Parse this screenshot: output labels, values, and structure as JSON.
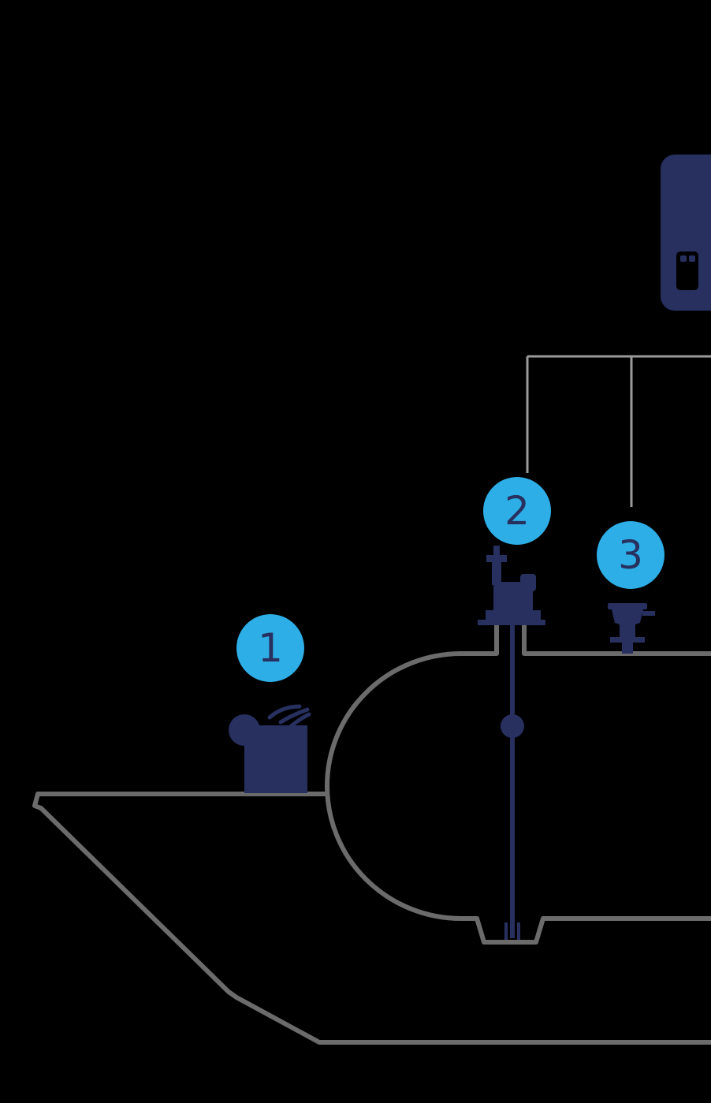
{
  "colors": {
    "background": "#000000",
    "hull_outline": "#6b6b6b",
    "device_navy": "#27305f",
    "badge_cyan": "#2eaee6",
    "badge_text": "#27305f",
    "signal_line": "#9a9a9a"
  },
  "badges": [
    {
      "id": "1",
      "label": "1"
    },
    {
      "id": "2",
      "label": "2"
    },
    {
      "id": "3",
      "label": "3"
    }
  ],
  "icons": {
    "controller": "controller-unit-icon",
    "instrument_1": "deck-mounted-sensor-icon",
    "instrument_2": "tank-gauge-icon",
    "instrument_3": "pressure-transmitter-icon"
  }
}
